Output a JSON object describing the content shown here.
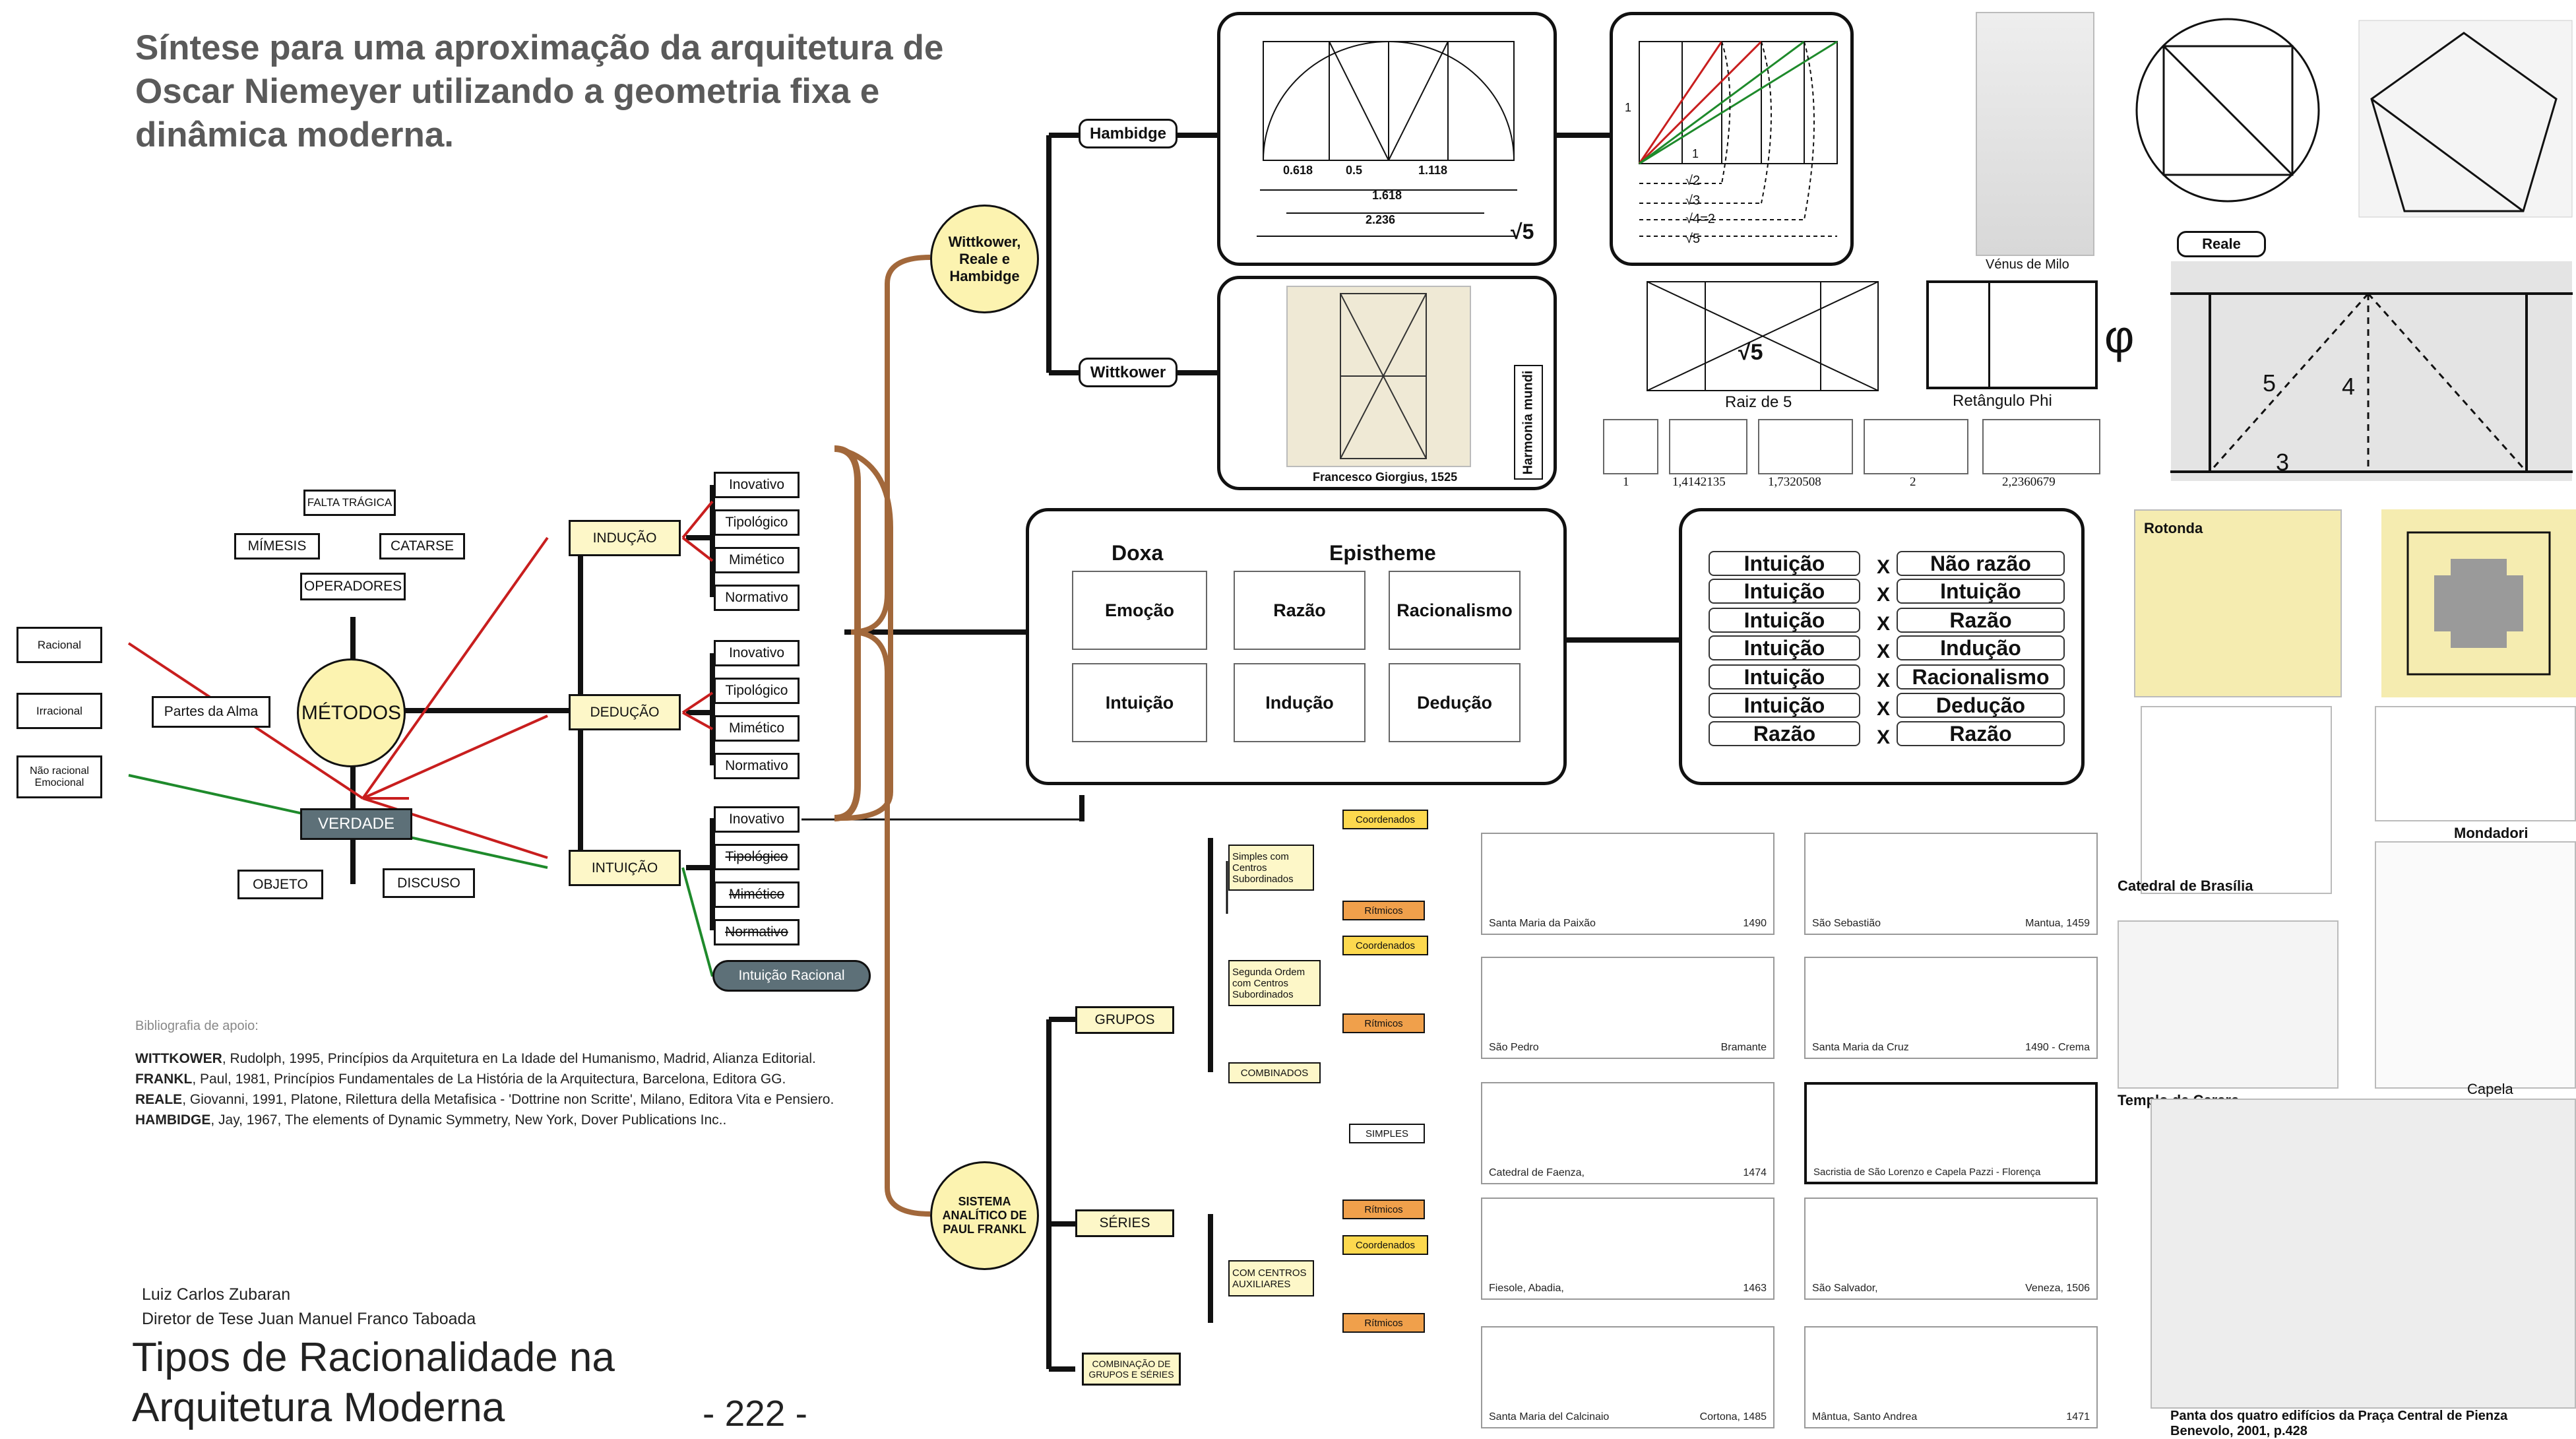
{
  "title": "Síntese para uma aproximação da arquitetura de Oscar Niemeyer utilizando a geometria fixa e dinâmica moderna.",
  "left_map": {
    "falta_tragica": "FALTA TRÁGICA",
    "mimesis": "MÍMESIS",
    "catarse": "CATARSE",
    "operadores": "OPERADORES",
    "racional": "Racional",
    "irracional": "Irracional",
    "nao_racional": "Não racional Emocional",
    "partes_alma": "Partes da Alma",
    "metodos": "MÉTODOS",
    "verdade": "VERDADE",
    "objeto": "OBJETO",
    "discuso": "DISCUSO",
    "inducao": "INDUÇÃO",
    "deducao": "DEDUÇÃO",
    "intuicao": "INTUIÇÃO",
    "leaf_inducao": [
      "Inovativo",
      "Tipológico",
      "Mimético",
      "Normativo"
    ],
    "leaf_deducao": [
      "Inovativo",
      "Tipológico",
      "Mimético",
      "Normativo"
    ],
    "leaf_intuicao": [
      "Inovativo",
      "Tipológico",
      "Mimético",
      "Normativo"
    ],
    "intuicao_racional": "Intuição Racional"
  },
  "wittkower": {
    "center": "Wittkower, Reale e Hambidge",
    "hambidge": "Hambidge",
    "wittkower": "Wittkower",
    "hambidge_values": [
      "0.618",
      "0.5",
      "1.118",
      "1.618",
      "2.236",
      "√5"
    ],
    "sqrt_labels": [
      "1",
      "√2",
      "√3",
      "√4=2",
      "√5"
    ],
    "giorgius_caption": "Francesco Giorgius, 1525",
    "harmonia": "Harmonia mundi",
    "venus": "Vénus de Milo",
    "raiz5": "Raiz de 5",
    "raiz5_symbol": "√5",
    "ret_phi": "Retângulo Phi",
    "phi": "φ",
    "root_values": [
      "1",
      "1,4142135",
      "1,7320508",
      "2",
      "2,2360679"
    ]
  },
  "doxa": {
    "doxa": "Doxa",
    "episteme": "Epistheme",
    "cells": [
      "Emoção",
      "Razão",
      "Racionalismo",
      "Intuição",
      "Indução",
      "Dedução"
    ]
  },
  "pairs": {
    "left": [
      "Intuição",
      "Intuição",
      "Intuição",
      "Intuição",
      "Intuição",
      "Intuição",
      "Razão"
    ],
    "right": [
      "Não razão",
      "Intuição",
      "Razão",
      "Indução",
      "Racionalismo",
      "Dedução",
      "Razão"
    ],
    "x": "X"
  },
  "frankl": {
    "center": "SISTEMA ANALÍTICO DE PAUL FRANKL",
    "grupos": "GRUPOS",
    "series": "SÉRIES",
    "comb_grupos": "COMBINAÇÃO DE GRUPOS E SÉRIES",
    "simples_centros": "Simples com Centros Subordinados",
    "segunda_ordem": "Segunda Ordem com Centros Subordinados",
    "combinados": "COMBINADOS",
    "simples": "SIMPLES",
    "com_centros": "COM CENTROS AUXILIARES",
    "coordenados": "Coordenados",
    "ritmicos": "Rítmicos",
    "plans": [
      {
        "label": "Santa Maria da Paixão",
        "year": "1490"
      },
      {
        "label": "São Sebastião",
        "year": "Mantua, 1459"
      },
      {
        "label": "São Pedro",
        "year": "Bramante"
      },
      {
        "label": "Santa Maria da Cruz",
        "year": "1490 - Crema"
      },
      {
        "label": "Catedral de Faenza,",
        "year": "1474"
      },
      {
        "label": "Sacristia de São Lorenzo e Capela Pazzi - Florença",
        "year": ""
      },
      {
        "label": "Fiesole, Abadia,",
        "year": "1463"
      },
      {
        "label": "São Salvador,",
        "year": "Veneza, 1506"
      },
      {
        "label": "Santa Maria del Calcinaio",
        "year": "Cortona, 1485"
      },
      {
        "label": "Mântua, Santo Andrea",
        "year": "1471"
      }
    ]
  },
  "right_gallery": {
    "reale": "Reale",
    "rotonda": "Rotonda",
    "catedral": "Catedral de Brasília",
    "mondadori": "Mondadori",
    "templo": "Templo de Cerere",
    "capela": "Capela Ronchamp",
    "pienza": "Panta dos quatro edifícios da Praça Central de Pienza",
    "benevolo": "Benevolo, 2001, p.428",
    "reale_nums": [
      "5",
      "4",
      "3"
    ]
  },
  "bibliography": {
    "heading": "Bibliografia de apoio:",
    "entries": [
      {
        "author": "WITTKOWER",
        "text": ", Rudolph, 1995, Princípios da Arquitetura en La Idade del Humanismo, Madrid, Alianza Editorial."
      },
      {
        "author": "FRANKL",
        "text": ", Paul, 1981, Princípios Fundamentales de La História de la Arquitectura, Barcelona, Editora GG."
      },
      {
        "author": "REALE",
        "text": ", Giovanni, 1991, Platone, Rilettura della Metafisica - 'Dottrine non Scritte', Milano, Editora Vita e Pensiero."
      },
      {
        "author": "HAMBIDGE",
        "text": ", Jay, 1967, The elements of Dynamic Symmetry, New York, Dover Publications Inc.."
      }
    ]
  },
  "author": {
    "name": "Luiz Carlos Zubaran",
    "director": "Diretor de Tese Juan Manuel Franco Taboada"
  },
  "footer": {
    "title_line1": "Tipos de Racionalidade na",
    "title_line2": "Arquitetura Moderna",
    "page": "- 222 -"
  }
}
